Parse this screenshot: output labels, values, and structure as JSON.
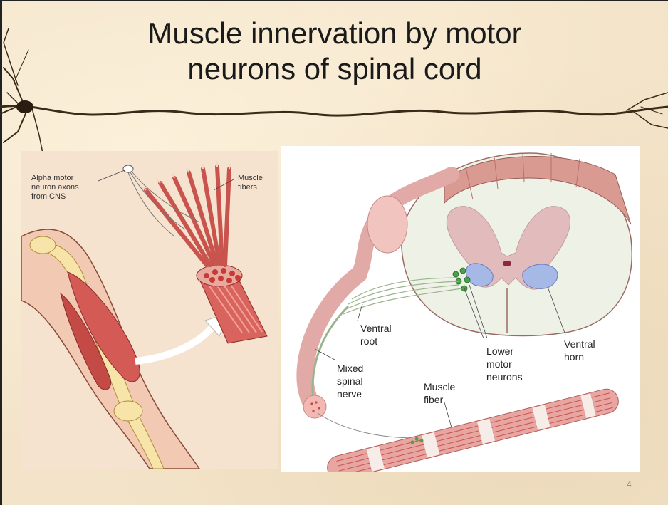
{
  "slide": {
    "title_line1": "Muscle innervation by motor",
    "title_line2": "neurons of spinal cord",
    "page_number": "4"
  },
  "left_figure": {
    "labels": {
      "alpha_motor": "Alpha motor\nneuron axons\nfrom CNS",
      "muscle_fibers": "Muscle\nfibers"
    }
  },
  "right_figure": {
    "labels": {
      "ventral_root": "Ventral\nroot",
      "mixed_spinal_nerve": "Mixed\nspinal\nnerve",
      "lower_motor_neurons": "Lower\nmotor\nneurons",
      "ventral_horn": "Ventral\nhorn",
      "muscle_fiber": "Muscle\nfiber"
    }
  }
}
